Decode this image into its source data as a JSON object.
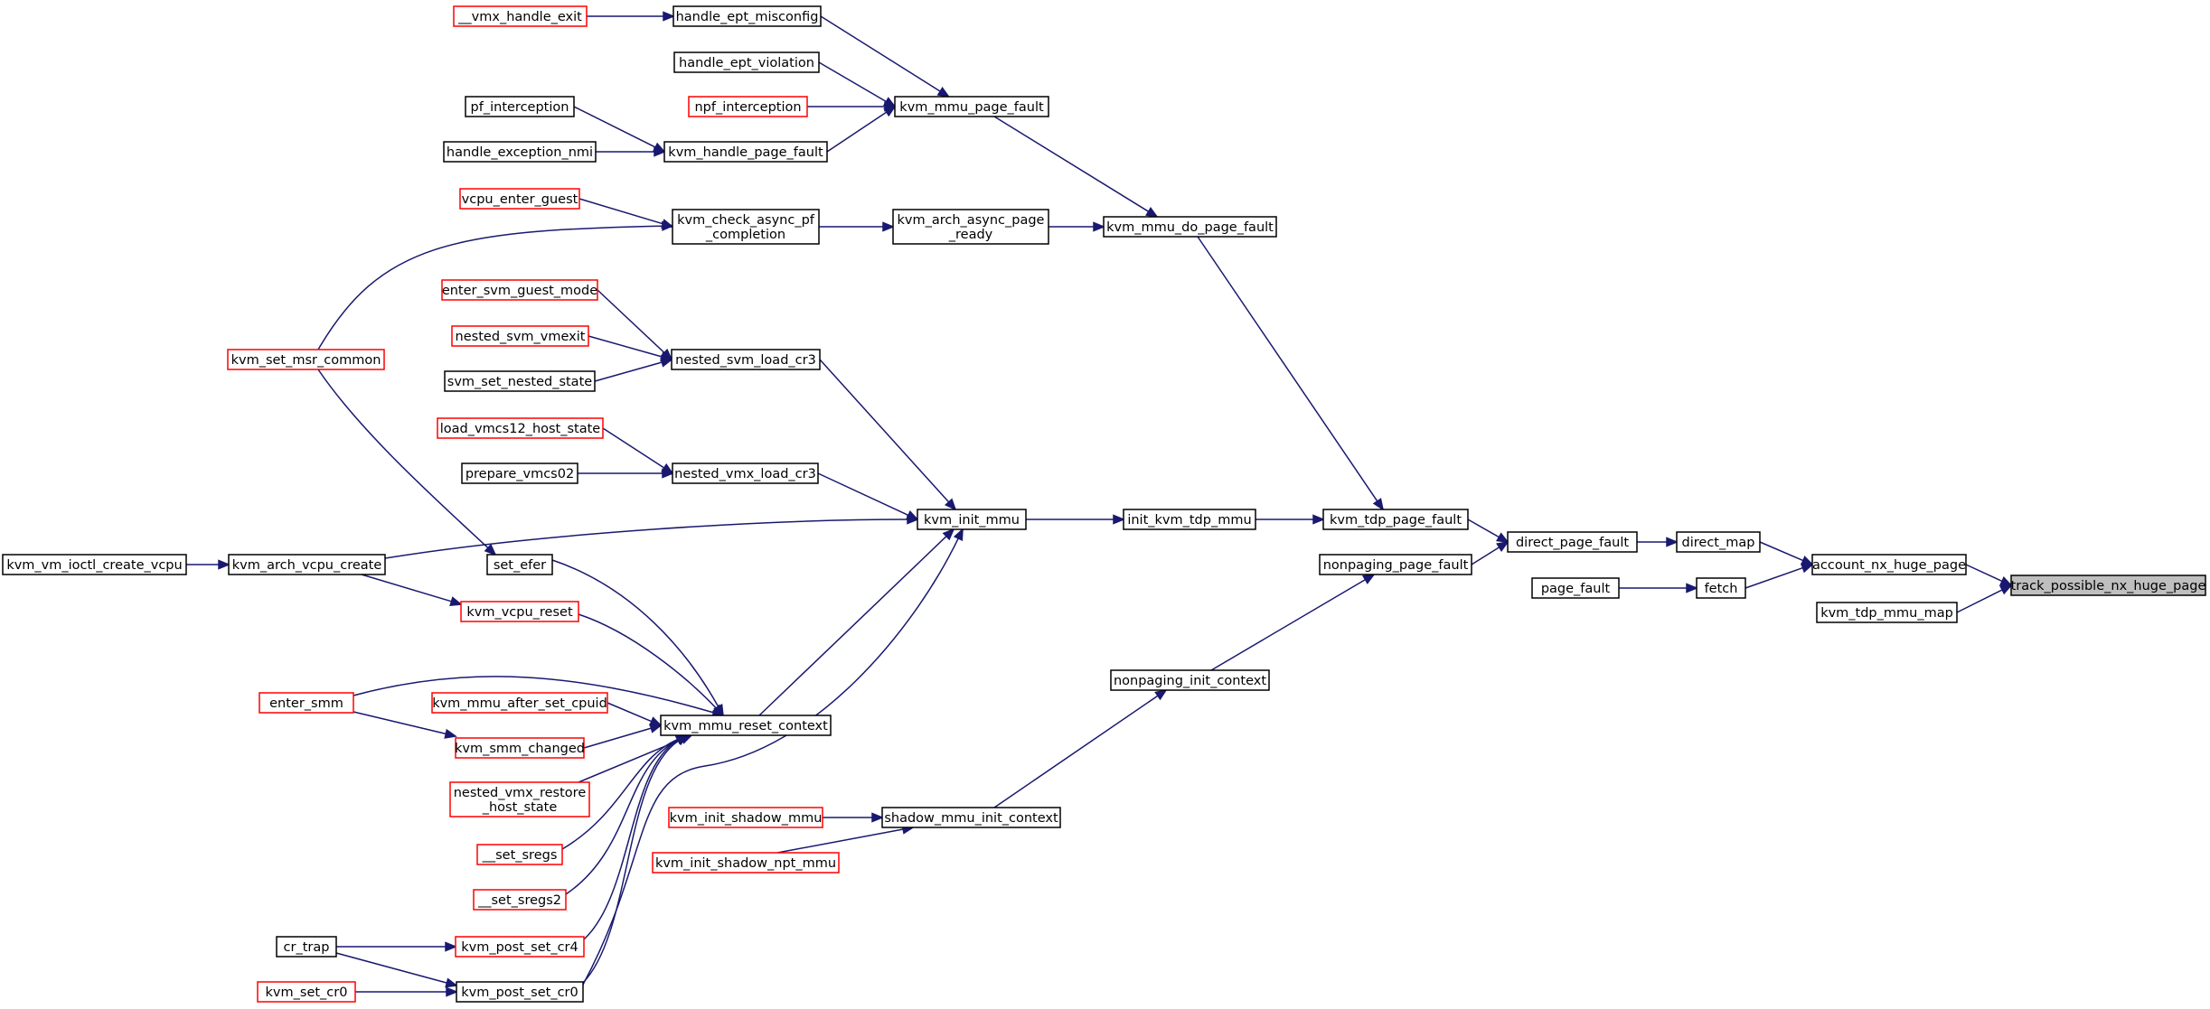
{
  "graph": {
    "colors": {
      "edge": "#191970",
      "border_normal": "#000000",
      "border_truncated": "#ff0000",
      "root_fill": "#bfbfbf",
      "background": "#ffffff"
    },
    "nodes": [
      {
        "id": "track_possible_nx_huge_page",
        "lines": [
          "track_possible_nx_huge_page"
        ],
        "style": "root"
      },
      {
        "id": "account_nx_huge_page",
        "lines": [
          "account_nx_huge_page"
        ],
        "style": "normal"
      },
      {
        "id": "kvm_tdp_mmu_map",
        "lines": [
          "kvm_tdp_mmu_map"
        ],
        "style": "normal"
      },
      {
        "id": "direct_map",
        "lines": [
          "direct_map"
        ],
        "style": "normal"
      },
      {
        "id": "fetch",
        "lines": [
          "fetch"
        ],
        "style": "normal"
      },
      {
        "id": "page_fault",
        "lines": [
          "page_fault"
        ],
        "style": "normal"
      },
      {
        "id": "direct_page_fault",
        "lines": [
          "direct_page_fault"
        ],
        "style": "normal"
      },
      {
        "id": "kvm_tdp_page_fault",
        "lines": [
          "kvm_tdp_page_fault"
        ],
        "style": "normal"
      },
      {
        "id": "nonpaging_page_fault",
        "lines": [
          "nonpaging_page_fault"
        ],
        "style": "normal"
      },
      {
        "id": "init_kvm_tdp_mmu",
        "lines": [
          "init_kvm_tdp_mmu"
        ],
        "style": "normal"
      },
      {
        "id": "kvm_mmu_do_page_fault",
        "lines": [
          "kvm_mmu_do_page_fault"
        ],
        "style": "normal"
      },
      {
        "id": "nonpaging_init_context",
        "lines": [
          "nonpaging_init_context"
        ],
        "style": "normal"
      },
      {
        "id": "kvm_init_mmu",
        "lines": [
          "kvm_init_mmu"
        ],
        "style": "normal"
      },
      {
        "id": "kvm_mmu_page_fault",
        "lines": [
          "kvm_mmu_page_fault"
        ],
        "style": "normal"
      },
      {
        "id": "kvm_arch_async_page_ready",
        "lines": [
          "kvm_arch_async_page",
          "_ready"
        ],
        "style": "normal"
      },
      {
        "id": "shadow_mmu_init_context",
        "lines": [
          "shadow_mmu_init_context"
        ],
        "style": "normal"
      },
      {
        "id": "handle_ept_misconfig",
        "lines": [
          "handle_ept_misconfig"
        ],
        "style": "normal"
      },
      {
        "id": "handle_ept_violation",
        "lines": [
          "handle_ept_violation"
        ],
        "style": "normal"
      },
      {
        "id": "npf_interception",
        "lines": [
          "npf_interception"
        ],
        "style": "truncated"
      },
      {
        "id": "kvm_handle_page_fault",
        "lines": [
          "kvm_handle_page_fault"
        ],
        "style": "normal"
      },
      {
        "id": "kvm_check_async_pf_completion",
        "lines": [
          "kvm_check_async_pf",
          "_completion"
        ],
        "style": "normal"
      },
      {
        "id": "nested_svm_load_cr3",
        "lines": [
          "nested_svm_load_cr3"
        ],
        "style": "normal"
      },
      {
        "id": "nested_vmx_load_cr3",
        "lines": [
          "nested_vmx_load_cr3"
        ],
        "style": "normal"
      },
      {
        "id": "kvm_mmu_reset_context",
        "lines": [
          "kvm_mmu_reset_context"
        ],
        "style": "normal"
      },
      {
        "id": "kvm_arch_vcpu_create",
        "lines": [
          "kvm_arch_vcpu_create"
        ],
        "style": "normal"
      },
      {
        "id": "kvm_init_shadow_mmu",
        "lines": [
          "kvm_init_shadow_mmu"
        ],
        "style": "truncated"
      },
      {
        "id": "kvm_init_shadow_npt_mmu",
        "lines": [
          "kvm_init_shadow_npt_mmu"
        ],
        "style": "truncated"
      },
      {
        "id": "__vmx_handle_exit",
        "lines": [
          "__vmx_handle_exit"
        ],
        "style": "truncated"
      },
      {
        "id": "pf_interception",
        "lines": [
          "pf_interception"
        ],
        "style": "normal"
      },
      {
        "id": "handle_exception_nmi",
        "lines": [
          "handle_exception_nmi"
        ],
        "style": "normal"
      },
      {
        "id": "vcpu_enter_guest",
        "lines": [
          "vcpu_enter_guest"
        ],
        "style": "truncated"
      },
      {
        "id": "kvm_set_msr_common",
        "lines": [
          "kvm_set_msr_common"
        ],
        "style": "truncated"
      },
      {
        "id": "enter_svm_guest_mode",
        "lines": [
          "enter_svm_guest_mode"
        ],
        "style": "truncated"
      },
      {
        "id": "nested_svm_vmexit",
        "lines": [
          "nested_svm_vmexit"
        ],
        "style": "truncated"
      },
      {
        "id": "svm_set_nested_state",
        "lines": [
          "svm_set_nested_state"
        ],
        "style": "normal"
      },
      {
        "id": "load_vmcs12_host_state",
        "lines": [
          "load_vmcs12_host_state"
        ],
        "style": "truncated"
      },
      {
        "id": "prepare_vmcs02",
        "lines": [
          "prepare_vmcs02"
        ],
        "style": "normal"
      },
      {
        "id": "set_efer",
        "lines": [
          "set_efer"
        ],
        "style": "normal"
      },
      {
        "id": "kvm_vcpu_reset",
        "lines": [
          "kvm_vcpu_reset"
        ],
        "style": "truncated"
      },
      {
        "id": "kvm_mmu_after_set_cpuid",
        "lines": [
          "kvm_mmu_after_set_cpuid"
        ],
        "style": "truncated"
      },
      {
        "id": "kvm_smm_changed",
        "lines": [
          "kvm_smm_changed"
        ],
        "style": "truncated"
      },
      {
        "id": "nested_vmx_restore_host_state",
        "lines": [
          "nested_vmx_restore",
          "_host_state"
        ],
        "style": "truncated"
      },
      {
        "id": "__set_sregs",
        "lines": [
          "__set_sregs"
        ],
        "style": "truncated"
      },
      {
        "id": "__set_sregs2",
        "lines": [
          "__set_sregs2"
        ],
        "style": "truncated"
      },
      {
        "id": "kvm_post_set_cr4",
        "lines": [
          "kvm_post_set_cr4"
        ],
        "style": "truncated"
      },
      {
        "id": "kvm_post_set_cr0",
        "lines": [
          "kvm_post_set_cr0"
        ],
        "style": "normal"
      },
      {
        "id": "enter_smm",
        "lines": [
          "enter_smm"
        ],
        "style": "truncated"
      },
      {
        "id": "cr_trap",
        "lines": [
          "cr_trap"
        ],
        "style": "normal"
      },
      {
        "id": "kvm_set_cr0",
        "lines": [
          "kvm_set_cr0"
        ],
        "style": "truncated"
      },
      {
        "id": "kvm_vm_ioctl_create_vcpu",
        "lines": [
          "kvm_vm_ioctl_create_vcpu"
        ],
        "style": "normal"
      }
    ],
    "edges": [
      {
        "from": "account_nx_huge_page",
        "to": "track_possible_nx_huge_page"
      },
      {
        "from": "kvm_tdp_mmu_map",
        "to": "track_possible_nx_huge_page"
      },
      {
        "from": "direct_map",
        "to": "account_nx_huge_page"
      },
      {
        "from": "fetch",
        "to": "account_nx_huge_page"
      },
      {
        "from": "page_fault",
        "to": "fetch"
      },
      {
        "from": "direct_page_fault",
        "to": "direct_map"
      },
      {
        "from": "kvm_tdp_page_fault",
        "to": "direct_page_fault"
      },
      {
        "from": "nonpaging_page_fault",
        "to": "direct_page_fault"
      },
      {
        "from": "init_kvm_tdp_mmu",
        "to": "kvm_tdp_page_fault"
      },
      {
        "from": "kvm_mmu_do_page_fault",
        "to": "kvm_tdp_page_fault"
      },
      {
        "from": "nonpaging_init_context",
        "to": "nonpaging_page_fault"
      },
      {
        "from": "kvm_init_mmu",
        "to": "init_kvm_tdp_mmu"
      },
      {
        "from": "kvm_mmu_page_fault",
        "to": "kvm_mmu_do_page_fault"
      },
      {
        "from": "kvm_arch_async_page_ready",
        "to": "kvm_mmu_do_page_fault"
      },
      {
        "from": "shadow_mmu_init_context",
        "to": "nonpaging_init_context"
      },
      {
        "from": "handle_ept_misconfig",
        "to": "kvm_mmu_page_fault"
      },
      {
        "from": "handle_ept_violation",
        "to": "kvm_mmu_page_fault"
      },
      {
        "from": "npf_interception",
        "to": "kvm_mmu_page_fault"
      },
      {
        "from": "kvm_handle_page_fault",
        "to": "kvm_mmu_page_fault"
      },
      {
        "from": "kvm_check_async_pf_completion",
        "to": "kvm_arch_async_page_ready"
      },
      {
        "from": "nested_svm_load_cr3",
        "to": "kvm_init_mmu"
      },
      {
        "from": "nested_vmx_load_cr3",
        "to": "kvm_init_mmu"
      },
      {
        "from": "kvm_mmu_reset_context",
        "to": "kvm_init_mmu"
      },
      {
        "from": "kvm_arch_vcpu_create",
        "to": "kvm_init_mmu"
      },
      {
        "from": "kvm_post_set_cr0",
        "to": "kvm_init_mmu"
      },
      {
        "from": "kvm_init_shadow_mmu",
        "to": "shadow_mmu_init_context"
      },
      {
        "from": "kvm_init_shadow_npt_mmu",
        "to": "shadow_mmu_init_context"
      },
      {
        "from": "__vmx_handle_exit",
        "to": "handle_ept_misconfig"
      },
      {
        "from": "pf_interception",
        "to": "kvm_handle_page_fault"
      },
      {
        "from": "handle_exception_nmi",
        "to": "kvm_handle_page_fault"
      },
      {
        "from": "vcpu_enter_guest",
        "to": "kvm_check_async_pf_completion"
      },
      {
        "from": "kvm_set_msr_common",
        "to": "kvm_check_async_pf_completion"
      },
      {
        "from": "enter_svm_guest_mode",
        "to": "nested_svm_load_cr3"
      },
      {
        "from": "nested_svm_vmexit",
        "to": "nested_svm_load_cr3"
      },
      {
        "from": "svm_set_nested_state",
        "to": "nested_svm_load_cr3"
      },
      {
        "from": "load_vmcs12_host_state",
        "to": "nested_vmx_load_cr3"
      },
      {
        "from": "prepare_vmcs02",
        "to": "nested_vmx_load_cr3"
      },
      {
        "from": "kvm_set_msr_common",
        "to": "set_efer"
      },
      {
        "from": "set_efer",
        "to": "kvm_mmu_reset_context"
      },
      {
        "from": "kvm_vcpu_reset",
        "to": "kvm_mmu_reset_context"
      },
      {
        "from": "enter_smm",
        "to": "kvm_mmu_reset_context"
      },
      {
        "from": "kvm_mmu_after_set_cpuid",
        "to": "kvm_mmu_reset_context"
      },
      {
        "from": "kvm_smm_changed",
        "to": "kvm_mmu_reset_context"
      },
      {
        "from": "nested_vmx_restore_host_state",
        "to": "kvm_mmu_reset_context"
      },
      {
        "from": "__set_sregs",
        "to": "kvm_mmu_reset_context"
      },
      {
        "from": "__set_sregs2",
        "to": "kvm_mmu_reset_context"
      },
      {
        "from": "kvm_post_set_cr4",
        "to": "kvm_mmu_reset_context"
      },
      {
        "from": "kvm_post_set_cr0",
        "to": "kvm_mmu_reset_context"
      },
      {
        "from": "kvm_vm_ioctl_create_vcpu",
        "to": "kvm_arch_vcpu_create"
      },
      {
        "from": "kvm_arch_vcpu_create",
        "to": "kvm_vcpu_reset"
      },
      {
        "from": "enter_smm",
        "to": "kvm_smm_changed"
      },
      {
        "from": "cr_trap",
        "to": "kvm_post_set_cr4"
      },
      {
        "from": "cr_trap",
        "to": "kvm_post_set_cr0"
      },
      {
        "from": "kvm_set_cr0",
        "to": "kvm_post_set_cr0"
      }
    ]
  }
}
